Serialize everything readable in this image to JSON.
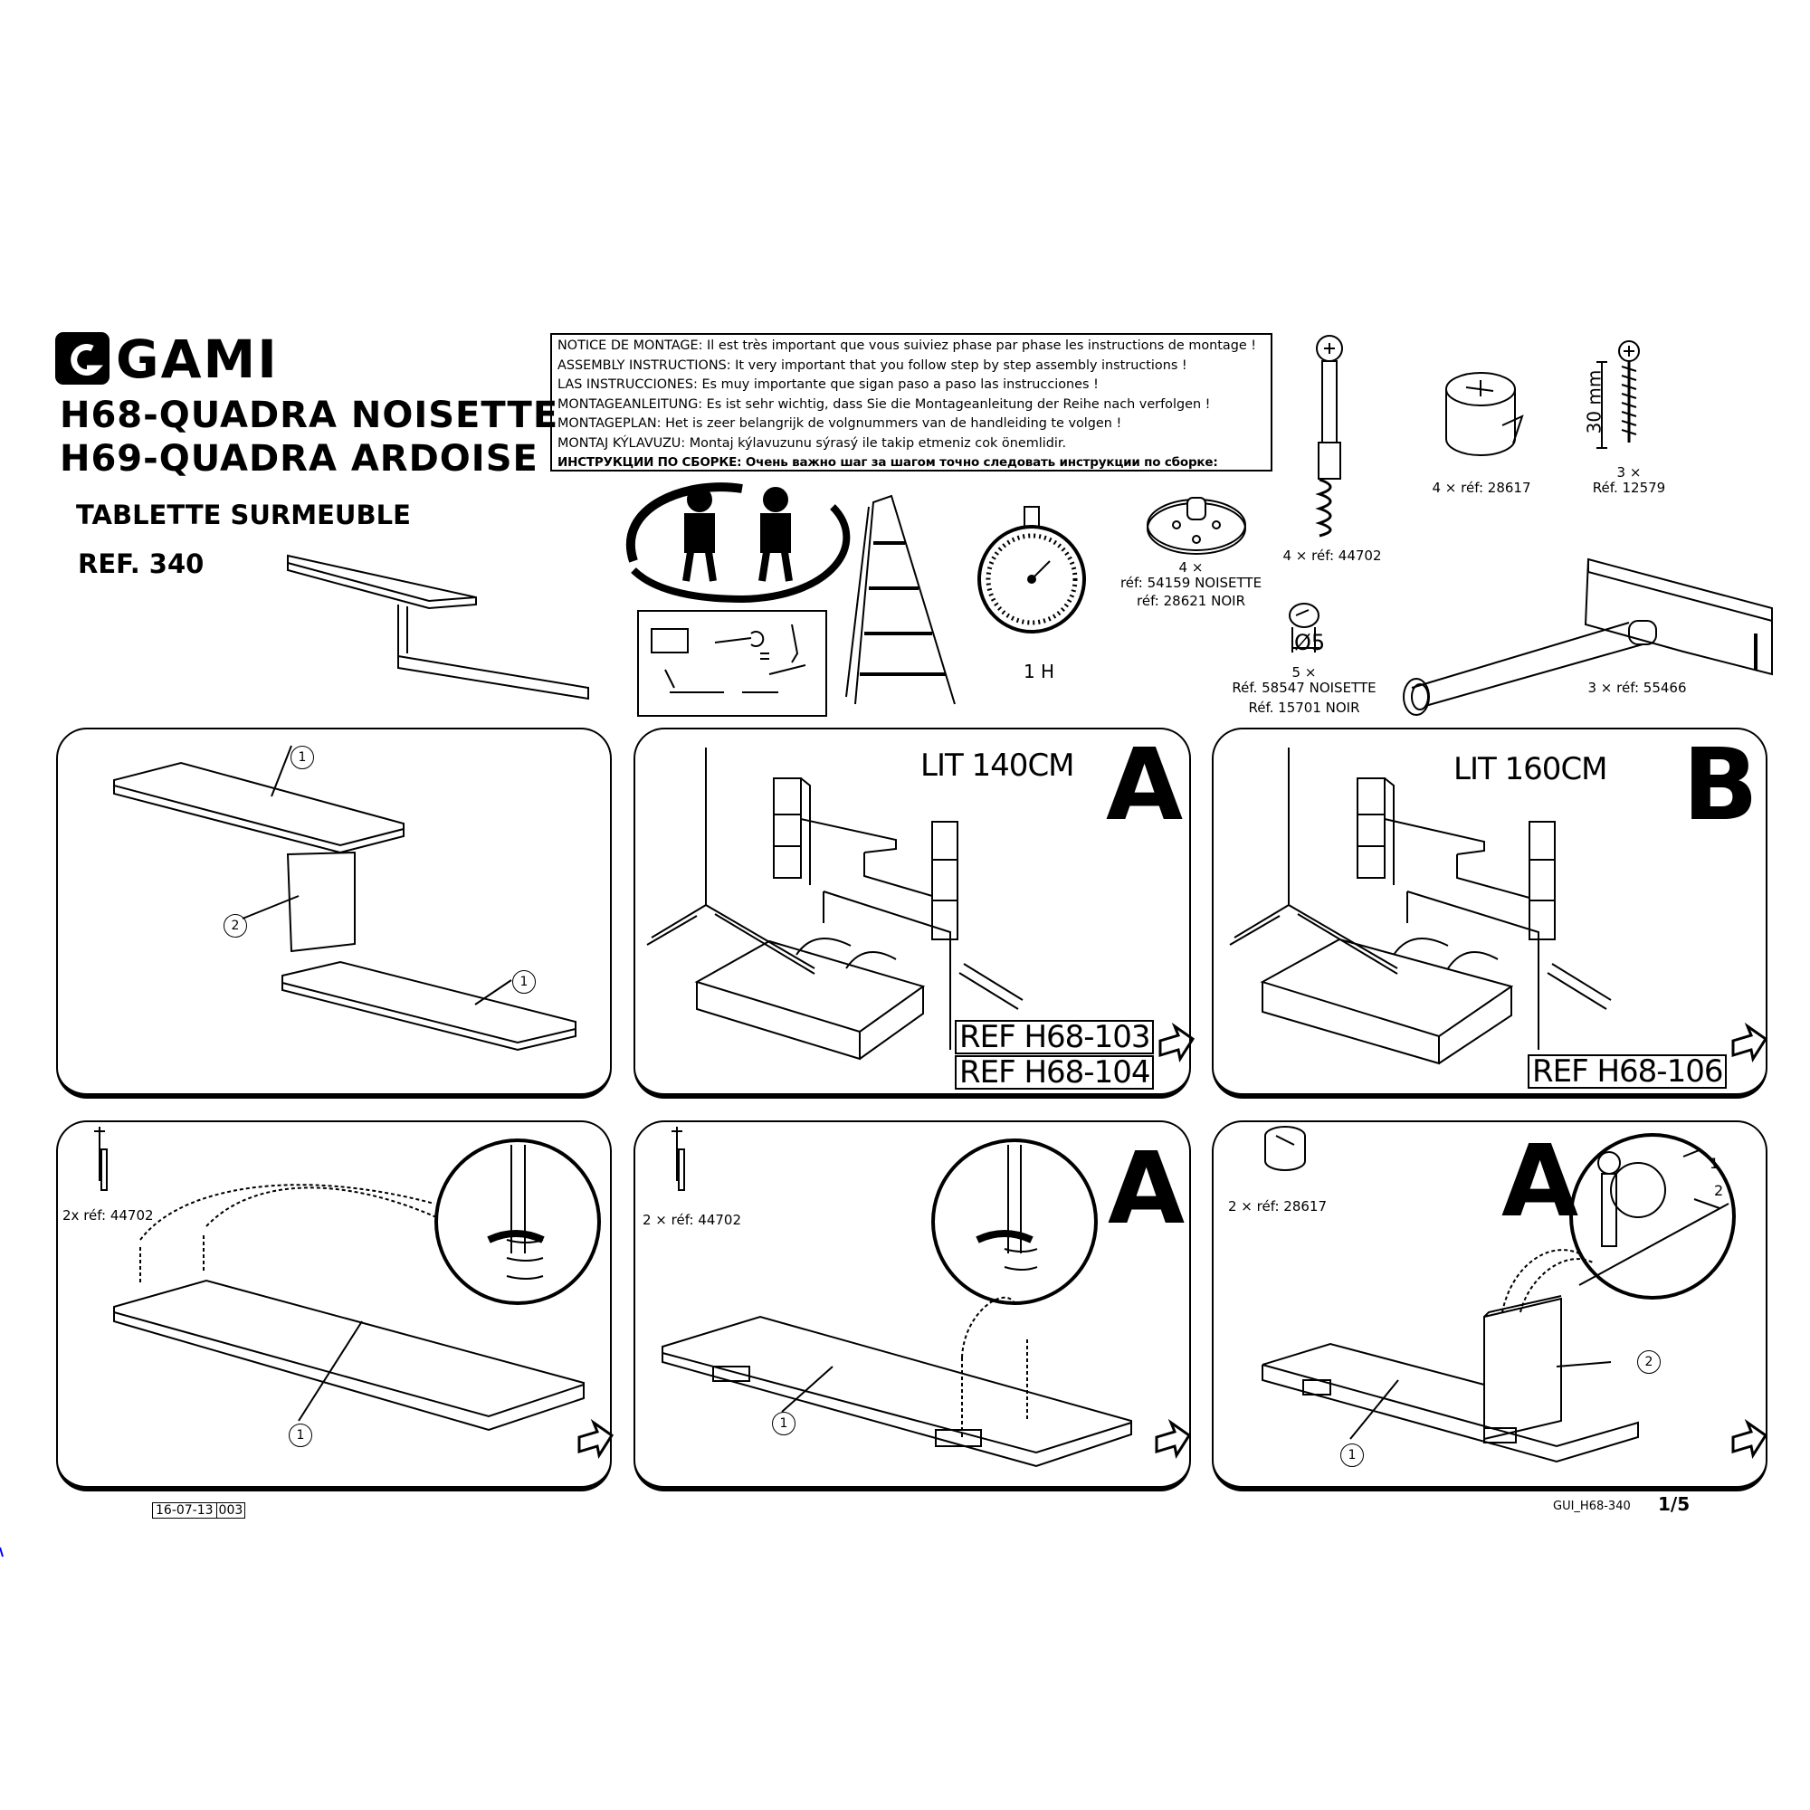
{
  "brand": {
    "name": "GAMI"
  },
  "header": {
    "title_1": "H68-QUADRA NOISETTE",
    "title_2": "H69-QUADRA ARDOISE",
    "subtitle": "TABLETTE SURMEUBLE",
    "reference": "REF. 340"
  },
  "notice": [
    "NOTICE DE MONTAGE: Il est très important que vous suiviez phase par phase les instructions de montage !",
    "ASSEMBLY INSTRUCTIONS: It very important that you follow step by step assembly instructions !",
    "LAS INSTRUCCIONES: Es muy importante que sigan paso a paso las instrucciones !",
    "MONTAGEANLEITUNG: Es ist sehr wichtig, dass Sie die Montageanleitung der Reihe nach verfolgen !",
    "MONTAGEPLAN: Het is zeer belangrijk de volgnummers van de handleiding te volgen !",
    "MONTAJ KÝLAVUZU: Montaj kýlavuzunu sýrasý ile takip etmeniz cok önemlidir.",
    "ИНСТРУКЦИИ ПО СБОРКЕ: Очень важно шаг за шагом точно следовать инструкции по сборке:"
  ],
  "assembly_time": "1 H",
  "hardware": {
    "cam_disc": {
      "qty": "4 ×",
      "ref_1": "réf: 54159 NOISETTE",
      "ref_2": "réf: 28621 NOIR"
    },
    "dowel_screw": {
      "label": "4 × réf: 44702"
    },
    "cam_lock": {
      "label": "4 × réf: 28617"
    },
    "screw": {
      "length": "30 mm",
      "qty": "3 ×",
      "ref": "Réf. 12579"
    },
    "cap": {
      "diameter": "Ø5",
      "qty": "5 ×",
      "ref_1": "Réf. 58547 NOISETTE",
      "ref_2": "Réf. 15701 NOIR"
    },
    "bracket": {
      "label": "3 × réf: 55466"
    }
  },
  "panels": {
    "parts": {
      "callouts": [
        "1",
        "2",
        "1"
      ]
    },
    "option_a": {
      "bed": "LIT 140CM",
      "letter": "A",
      "refs": [
        "REF H68-103",
        "REF H68-104"
      ]
    },
    "option_b": {
      "bed": "LIT 160CM",
      "letter": "B",
      "refs": [
        "REF H68-106"
      ]
    },
    "step_1": {
      "hardware": "2x réf: 44702",
      "callouts": [
        "1"
      ]
    },
    "step_2": {
      "hardware": "2 × réf: 44702",
      "letter": "A",
      "callouts": [
        "1"
      ]
    },
    "step_3": {
      "hardware": "2 × réf: 28617",
      "letter": "A",
      "callouts": [
        "1",
        "2"
      ],
      "steps": [
        "1",
        "2"
      ]
    }
  },
  "footer": {
    "date": "16-07-13",
    "version": "003",
    "doc_code": "GUI_H68-340",
    "page": "1/5"
  }
}
